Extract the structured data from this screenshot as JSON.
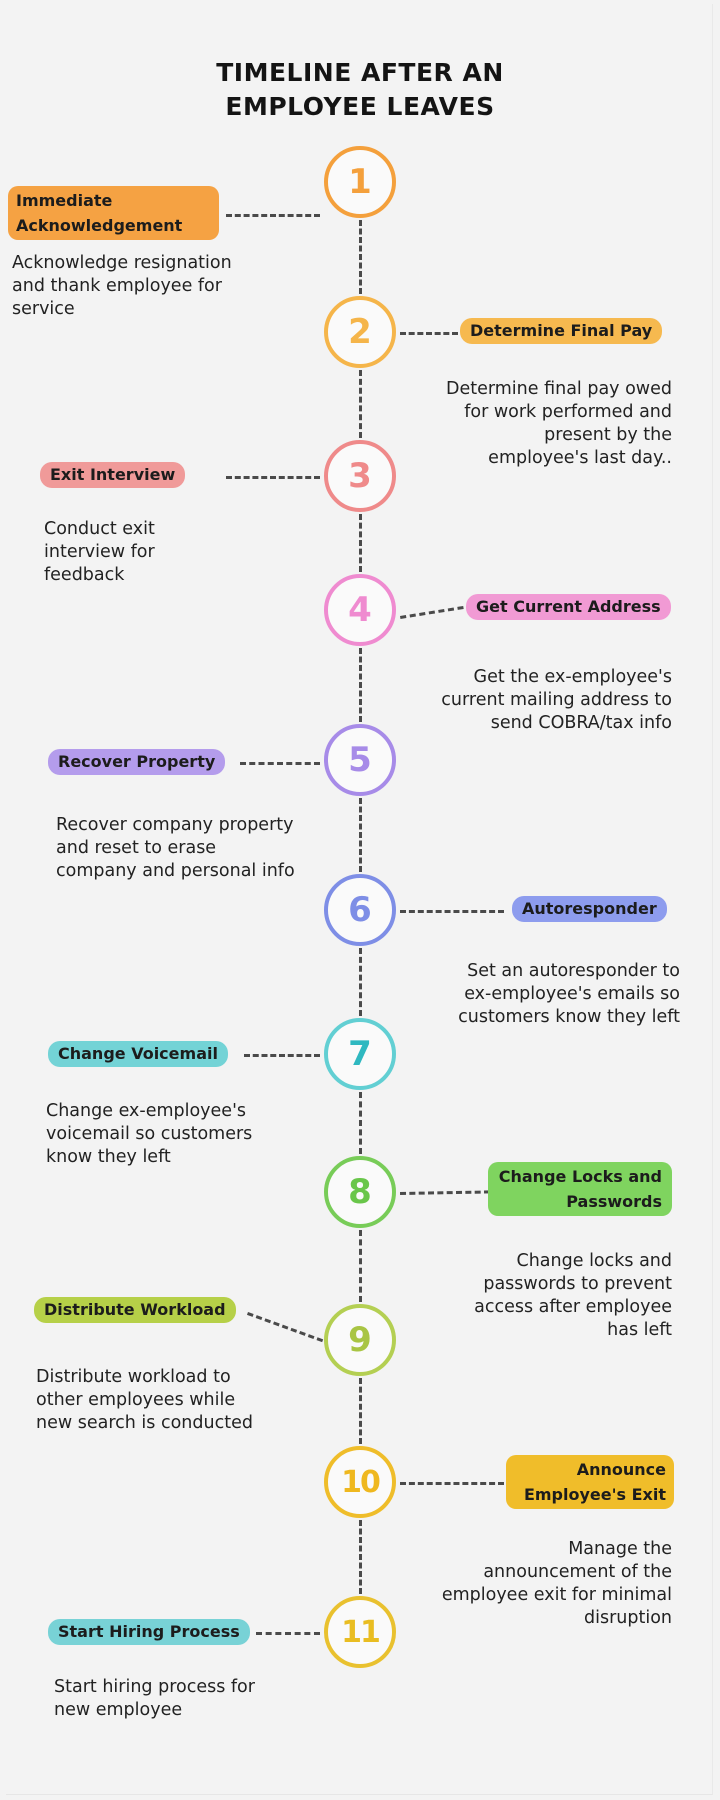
{
  "title": {
    "line1": "TIMELINE AFTER AN",
    "line2": "EMPLOYEE LEAVES"
  },
  "colors": {
    "background": "#f3f3f3",
    "connector": "#4a4a4a"
  },
  "steps": [
    {
      "number": "1",
      "label": "Immediate Acknowledgement",
      "label_lines": [
        "Immediate",
        "Acknowledgement"
      ],
      "description": "Acknowledge resignation and thank employee for service",
      "side": "left",
      "color": "#f4a03c",
      "fill": "#f5a243"
    },
    {
      "number": "2",
      "label": "Determine Final Pay",
      "description": "Determine final pay owed for work performed and present by the employee's last day..",
      "side": "right",
      "color": "#f5b54a",
      "fill": "#f6b94f"
    },
    {
      "number": "3",
      "label": "Exit Interview",
      "description": "Conduct exit interview for feedback",
      "side": "left",
      "color": "#ef8a8a",
      "fill": "#f09a99"
    },
    {
      "number": "4",
      "label": "Get Current Address",
      "description": "Get the ex-employee's current mailing address to send COBRA/tax info",
      "side": "right",
      "color": "#ef8bd0",
      "fill": "#f19ad4"
    },
    {
      "number": "5",
      "label": "Recover Property",
      "description": "Recover company property and reset to erase company and personal info",
      "side": "left",
      "color": "#a78be8",
      "fill": "#b49cec"
    },
    {
      "number": "6",
      "label": "Autoresponder",
      "description": "Set an autoresponder to ex-employee's emails so customers know they left",
      "side": "right",
      "color": "#7e8ee6",
      "fill": "#8d9cee"
    },
    {
      "number": "7",
      "label": "Change Voicemail",
      "description": "Change ex-employee's voicemail so customers know they left",
      "side": "left",
      "color": "#62cfd3",
      "fill": "#73d3d6"
    },
    {
      "number": "8",
      "label": "Change Locks and Passwords",
      "label_lines": [
        "Change Locks and",
        "Passwords"
      ],
      "description": "Change locks and passwords to prevent access after employee has left",
      "side": "right",
      "color": "#78cc58",
      "fill": "#7fd45f"
    },
    {
      "number": "9",
      "label": "Distribute Workload",
      "description": "Distribute workload to other employees while new search is conducted",
      "side": "left",
      "color": "#b4cf52",
      "fill": "#b6d048"
    },
    {
      "number": "10",
      "label": "Announce Employee's Exit",
      "label_lines": [
        "Announce",
        "Employee's Exit"
      ],
      "description": "Manage the announcement of the employee exit for minimal disruption",
      "side": "right",
      "color": "#efbd2a",
      "fill": "#f0bd2a"
    },
    {
      "number": "11",
      "label": "Start Hiring Process",
      "description": "Start hiring process for new employee",
      "side": "left",
      "color": "#e9c12f",
      "fill": "#78d2d6"
    }
  ]
}
